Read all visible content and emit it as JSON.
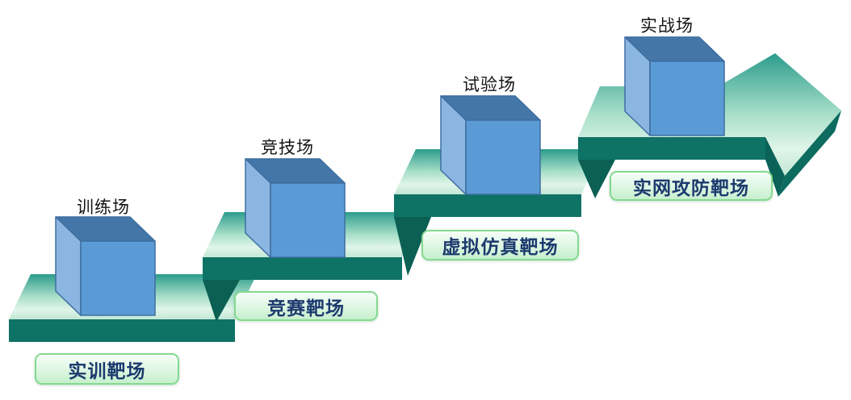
{
  "diagram": {
    "type": "ascending-staircase-arrow",
    "direction": "right",
    "step_count": 4
  },
  "steps": [
    {
      "cube_label": "训练场",
      "badge_label": "实训靶场"
    },
    {
      "cube_label": "竞技场",
      "badge_label": "竞赛靶场"
    },
    {
      "cube_label": "试验场",
      "badge_label": "虚拟仿真靶场"
    },
    {
      "cube_label": "实战场",
      "badge_label": "实网攻防靶场"
    }
  ],
  "colors": {
    "tread_back": "#2C9C8C",
    "tread_mid": "#A8DFC9",
    "tread_front": "#E0F5EA",
    "tread_edge": "#C2E7D5",
    "face_dark": "#0E7265",
    "wedge_dark": "#0B6053",
    "arrow_underside": "#0D6B5F",
    "arrow_barb_side": "#0B6358",
    "cube_front": "#5B9BD5",
    "cube_top": "#4576A8",
    "cube_left": "#8CB6E2",
    "cube_stroke": "#3E6EA0",
    "badge_border": "#84D98F",
    "badge_bg_top": "#F6FEF8",
    "badge_bg_bottom": "#C6EFCD",
    "badge_text": "#1C3A6E",
    "label_text": "#141414"
  }
}
